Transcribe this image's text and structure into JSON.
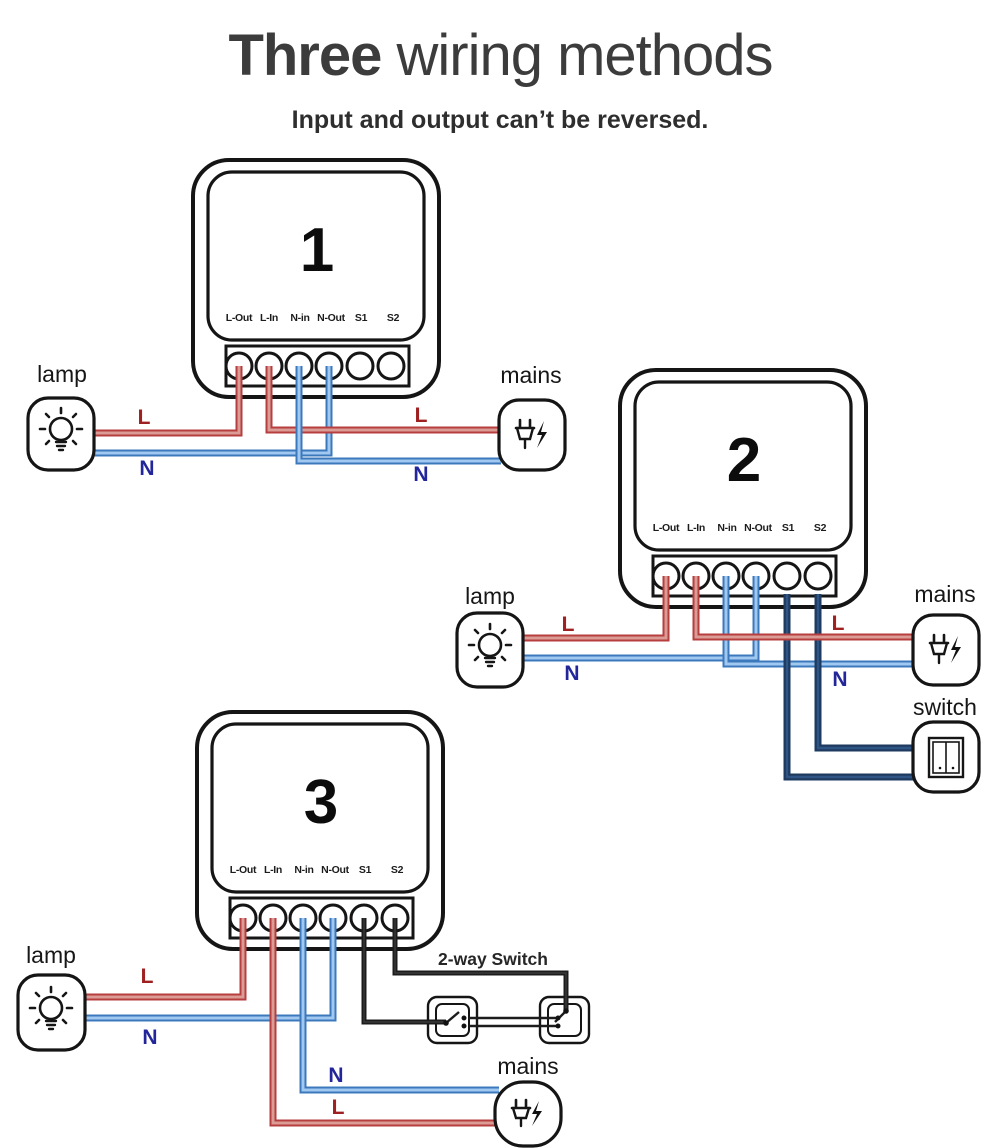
{
  "header": {
    "title_bold": "Three",
    "title_rest": " wiring methods",
    "subtitle": "Input and output can’t be reversed."
  },
  "device": {
    "terminals": [
      "L-Out",
      "L-In",
      "N-in",
      "N-Out",
      "S1",
      "S2"
    ]
  },
  "diagrams": [
    {
      "number": "1",
      "lamp": "lamp",
      "mains": "mains",
      "l": "L",
      "n": "N"
    },
    {
      "number": "2",
      "lamp": "lamp",
      "mains": "mains",
      "switch": "switch",
      "l": "L",
      "n": "N"
    },
    {
      "number": "3",
      "lamp": "lamp",
      "mains": "mains",
      "two_way_switch": "2-way Switch",
      "l": "L",
      "n": "N"
    }
  ],
  "colors": {
    "title": "#3c3c3c",
    "wire_red": "#b63e3e",
    "wire_red_fill": "#dc9c96",
    "wire_blue": "#3c78bc",
    "wire_blue_fill": "#a0c8f0",
    "wire_navy": "#1e3a5f",
    "wire_navy_fill": "#2e5585",
    "wire_black": "#1c1c1c",
    "wire_black_fill": "#3a3a3a",
    "label_red": "#9e2020",
    "label_blue": "#23269b"
  }
}
